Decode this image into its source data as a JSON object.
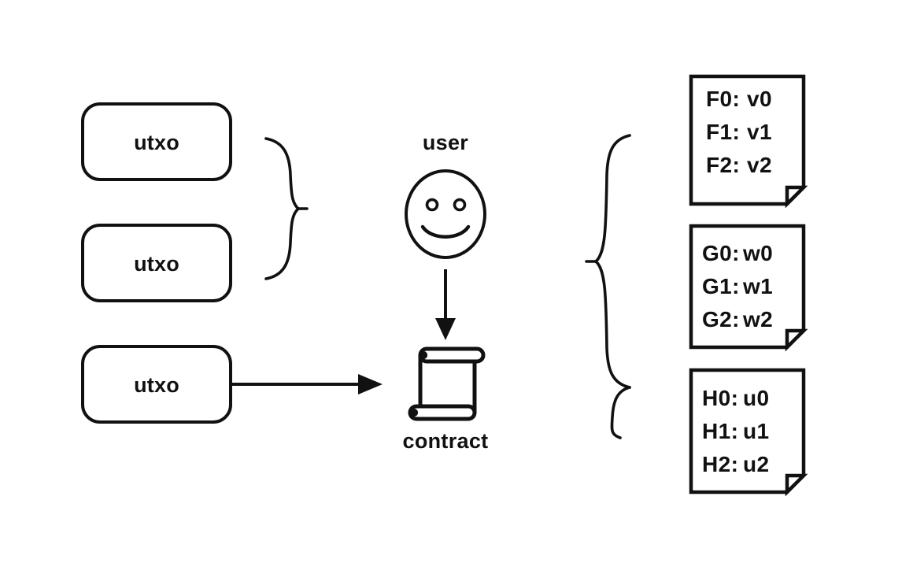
{
  "diagram": {
    "title": "utxo-user-contract-attestation-diagram",
    "background_color": "#ffffff",
    "stroke_color": "#111111",
    "inputs": {
      "group_brace_icon": "right-curly-brace-icon",
      "boxes": [
        {
          "label": "utxo"
        },
        {
          "label": "utxo"
        },
        {
          "label": "utxo"
        }
      ]
    },
    "actor": {
      "label": "user",
      "icon": "smiley-face-icon"
    },
    "contract": {
      "label": "contract",
      "icon": "scroll-icon"
    },
    "arrows": {
      "user_to_contract": "down-arrow-icon",
      "utxo_to_contract": "right-arrow-icon"
    },
    "outputs": {
      "group_brace_icon": "left-curly-brace-icon",
      "documents": [
        {
          "name": "document-f",
          "icon": "page-with-folded-corner-icon",
          "rows": [
            {
              "key": "F0:",
              "value": "v0"
            },
            {
              "key": "F1:",
              "value": "v1"
            },
            {
              "key": "F2:",
              "value": "v2"
            }
          ]
        },
        {
          "name": "document-g",
          "icon": "page-with-folded-corner-icon",
          "rows": [
            {
              "key": "G0:",
              "value": "w0"
            },
            {
              "key": "G1:",
              "value": "w1"
            },
            {
              "key": "G2:",
              "value": "w2"
            }
          ]
        },
        {
          "name": "document-h",
          "icon": "page-with-folded-corner-icon",
          "rows": [
            {
              "key": "H0:",
              "value": "u0"
            },
            {
              "key": "H1:",
              "value": "u1"
            },
            {
              "key": "H2:",
              "value": "u2"
            }
          ]
        }
      ]
    }
  }
}
